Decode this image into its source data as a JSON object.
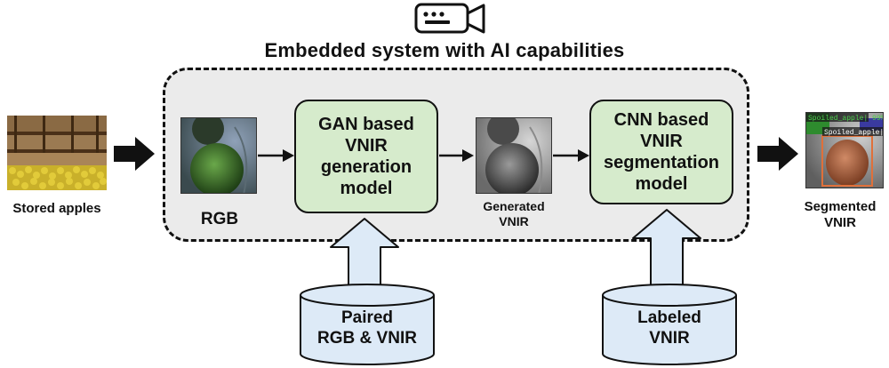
{
  "title": "Embedded system with AI capabilities",
  "labels": {
    "stored_apples": "Stored apples",
    "rgb": "RGB",
    "generated_vnir": "Generated\nVNIR",
    "segmented_vnir": "Segmented\nVNIR"
  },
  "models": {
    "gan": "GAN based\nVNIR\ngeneration\nmodel",
    "cnn": "CNN based\nVNIR\nsegmentation\nmodel"
  },
  "databases": {
    "paired": "Paired\nRGB & VNIR",
    "labeled": "Labeled\nVNIR"
  },
  "detections": {
    "top": "Spoiled_apple| 99%",
    "second": "Spoiled_apple| 1"
  },
  "icons": [
    "camera-icon"
  ],
  "colors": {
    "embedded_fill": "#ebebeb",
    "model_fill": "#d6ebcc",
    "database_fill": "#ddeaf7",
    "detection_box": "#e0703a"
  }
}
